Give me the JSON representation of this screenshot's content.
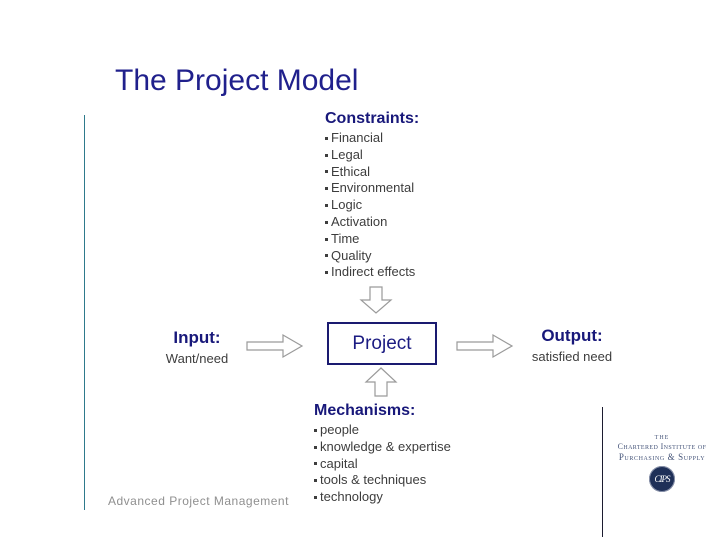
{
  "slide": {
    "title": "The Project Model",
    "footer": "Advanced Project Management"
  },
  "diagram": {
    "constraints": {
      "heading": "Constraints:",
      "items": [
        "Financial",
        "Legal",
        "Ethical",
        "Environmental",
        "Logic",
        "Activation",
        "Time",
        "Quality",
        "Indirect effects"
      ]
    },
    "input": {
      "heading": "Input:",
      "subtext": "Want/need"
    },
    "process": {
      "label": "Project"
    },
    "output": {
      "heading": "Output:",
      "subtext": "satisfied need"
    },
    "mechanisms": {
      "heading": "Mechanisms:",
      "items": [
        "people",
        "knowledge & expertise",
        "capital",
        "tools & techniques",
        "technology"
      ]
    }
  },
  "logo": {
    "line1": "THE",
    "line2": "Chartered Institute of",
    "line3": "Purchasing & Supply",
    "monogram": "CIPS"
  },
  "colors": {
    "title_navy": "#20208c",
    "heading_navy": "#18187a",
    "body_text": "#3d3d3d",
    "arrow_outline": "#9a9a9a",
    "project_border": "#1a1a70",
    "teal_line": "#2e7a8c",
    "dark_line": "#1c1c30",
    "footer_gray": "#8f8f8f",
    "logo_navy": "#1f3058"
  }
}
